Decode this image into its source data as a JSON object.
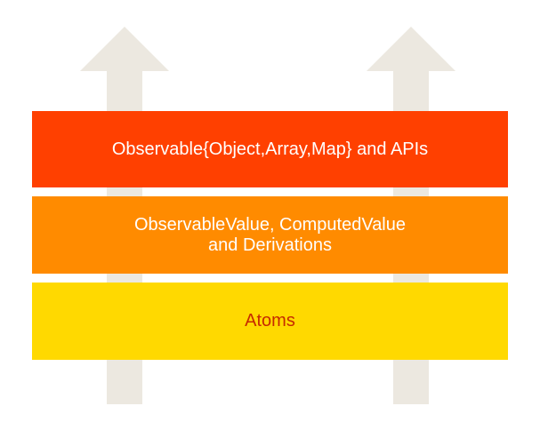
{
  "layers": [
    {
      "id": "observable-types",
      "label": "Observable{Object,Array,Map} and APIs",
      "fill": "#ff4000",
      "text_color": "#ffffff"
    },
    {
      "id": "observable-value",
      "label": "ObservableValue, ComputedValue\nand Derivations",
      "fill": "#ff8b00",
      "text_color": "#ffffff"
    },
    {
      "id": "atoms",
      "label": "Atoms",
      "fill": "#ffd900",
      "text_color": "#c62a00"
    }
  ],
  "arrows": {
    "fill": "#ece8e0",
    "direction": "up",
    "count": 2
  }
}
